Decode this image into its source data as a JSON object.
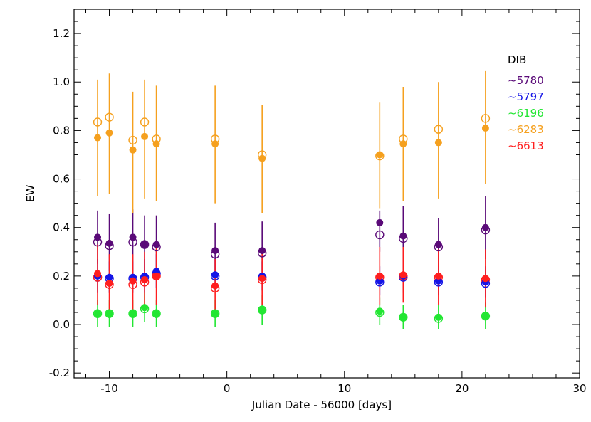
{
  "chart_data": {
    "type": "scatter",
    "title": "",
    "xlabel": "Julian Date - 56000 [days]",
    "ylabel": "EW",
    "xlim": [
      -13,
      30
    ],
    "ylim": [
      -0.22,
      1.3
    ],
    "xticks": [
      -10,
      0,
      10,
      20,
      30
    ],
    "xtick_labels": [
      "-10",
      "0",
      "10",
      "20",
      "30"
    ],
    "yticks": [
      -0.2,
      0.0,
      0.2,
      0.4,
      0.6,
      0.8,
      1.0,
      1.2
    ],
    "ytick_labels": [
      "-0.2",
      "0.0",
      "0.2",
      "0.4",
      "0.6",
      "0.8",
      "1.0",
      "1.2"
    ],
    "grid": false,
    "legend": {
      "title": "DIB",
      "placement": "top-right",
      "entries": [
        "~5780",
        "~5797",
        "~6196",
        "~6283",
        "~6613"
      ]
    },
    "marker_note": {
      "filled": "filled circle",
      "open": "open circle"
    },
    "x": [
      -11,
      -10,
      -8,
      -7,
      -6,
      -1,
      3,
      13,
      15,
      18,
      22
    ],
    "series": [
      {
        "name": "~5780",
        "color": "#5a0a78",
        "filled": [
          0.36,
          0.335,
          0.36,
          0.33,
          0.33,
          0.305,
          0.305,
          0.42,
          0.365,
          0.33,
          0.4
        ],
        "open": [
          0.34,
          0.325,
          0.34,
          0.33,
          0.32,
          0.29,
          0.295,
          0.37,
          0.355,
          0.32,
          0.39
        ],
        "err_low": [
          0.25,
          0.22,
          0.21,
          0.22,
          0.21,
          0.18,
          0.19,
          0.3,
          0.25,
          0.21,
          0.27
        ],
        "err_high": [
          0.47,
          0.455,
          0.475,
          0.45,
          0.45,
          0.42,
          0.425,
          0.47,
          0.49,
          0.44,
          0.53
        ]
      },
      {
        "name": "~5797",
        "color": "#1414e6",
        "filled": [
          0.2,
          0.195,
          0.195,
          0.2,
          0.22,
          0.205,
          0.2,
          0.18,
          0.2,
          0.18,
          0.175
        ],
        "open": [
          0.195,
          0.19,
          0.19,
          0.195,
          0.21,
          0.2,
          0.195,
          0.175,
          0.195,
          0.175,
          0.17
        ],
        "err_low": [
          0.13,
          0.13,
          0.13,
          0.13,
          0.15,
          0.14,
          0.14,
          0.12,
          0.13,
          0.12,
          0.11
        ],
        "err_high": [
          0.27,
          0.26,
          0.26,
          0.27,
          0.29,
          0.27,
          0.26,
          0.24,
          0.27,
          0.24,
          0.24
        ]
      },
      {
        "name": "~6196",
        "color": "#22e632",
        "filled": [
          0.045,
          0.045,
          0.045,
          0.07,
          0.045,
          0.045,
          0.06,
          0.055,
          0.03,
          0.03,
          0.035
        ],
        "open": [
          0.045,
          0.045,
          0.045,
          0.065,
          0.045,
          0.045,
          0.06,
          0.05,
          0.03,
          0.025,
          0.035
        ],
        "err_low": [
          -0.01,
          -0.01,
          -0.01,
          0.01,
          -0.01,
          -0.01,
          0.0,
          0.0,
          -0.02,
          -0.02,
          -0.02
        ],
        "err_high": [
          0.1,
          0.1,
          0.1,
          0.13,
          0.1,
          0.1,
          0.12,
          0.11,
          0.08,
          0.08,
          0.09
        ]
      },
      {
        "name": "~6283",
        "color": "#f5a01e",
        "filled": [
          0.77,
          0.79,
          0.72,
          0.775,
          0.745,
          0.745,
          0.685,
          0.7,
          0.745,
          0.75,
          0.81
        ],
        "open": [
          0.835,
          0.855,
          0.76,
          0.835,
          0.765,
          0.765,
          0.7,
          0.695,
          0.765,
          0.805,
          0.85
        ],
        "err_low": [
          0.53,
          0.54,
          0.46,
          0.52,
          0.51,
          0.5,
          0.46,
          0.48,
          0.51,
          0.52,
          0.58
        ],
        "err_high": [
          1.01,
          1.035,
          0.96,
          1.01,
          0.985,
          0.985,
          0.905,
          0.915,
          0.98,
          1.0,
          1.045
        ]
      },
      {
        "name": "~6613",
        "color": "#ff1e1e",
        "filled": [
          0.21,
          0.17,
          0.18,
          0.185,
          0.2,
          0.16,
          0.19,
          0.2,
          0.205,
          0.2,
          0.19
        ],
        "open": [
          0.195,
          0.165,
          0.165,
          0.175,
          0.2,
          0.15,
          0.185,
          0.195,
          0.2,
          0.195,
          0.185
        ],
        "err_low": [
          0.08,
          0.06,
          0.06,
          0.07,
          0.08,
          0.04,
          0.08,
          0.08,
          0.09,
          0.08,
          0.07
        ],
        "err_high": [
          0.33,
          0.29,
          0.29,
          0.3,
          0.32,
          0.27,
          0.3,
          0.32,
          0.32,
          0.31,
          0.31
        ]
      }
    ]
  }
}
